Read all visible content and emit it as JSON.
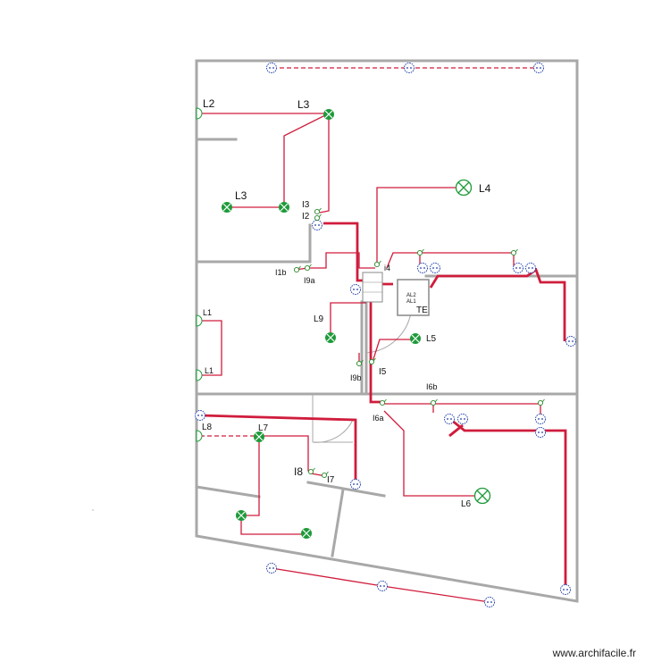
{
  "colors": {
    "wall": "#a8a8a8",
    "wire": "#d01c3c",
    "lamp_green": "#1e9a3a",
    "socket_blue": "#1a3aa8",
    "switch_green": "#2a8a2a"
  },
  "labels": {
    "L2": "L2",
    "L3_top": "L3",
    "L3_left": "L3",
    "L4": "L4",
    "I3": "I3",
    "I2": "I2",
    "I1b": "I1b",
    "I9a": "I9a",
    "I4": "i4",
    "L1_top": "L1",
    "L1_bottom": "L1",
    "L9": "L9",
    "L5": "L5",
    "I5": "I5",
    "I9b": "I9b",
    "I6b": "I6b",
    "I6a": "I6a",
    "L8": "L8",
    "L7": "L7",
    "I8": "I8",
    "I7": "I7",
    "L6": "L6",
    "TE": "TE",
    "AL2": "AL2",
    "AL1": "AL1"
  },
  "watermark": "www.archifacile.fr"
}
